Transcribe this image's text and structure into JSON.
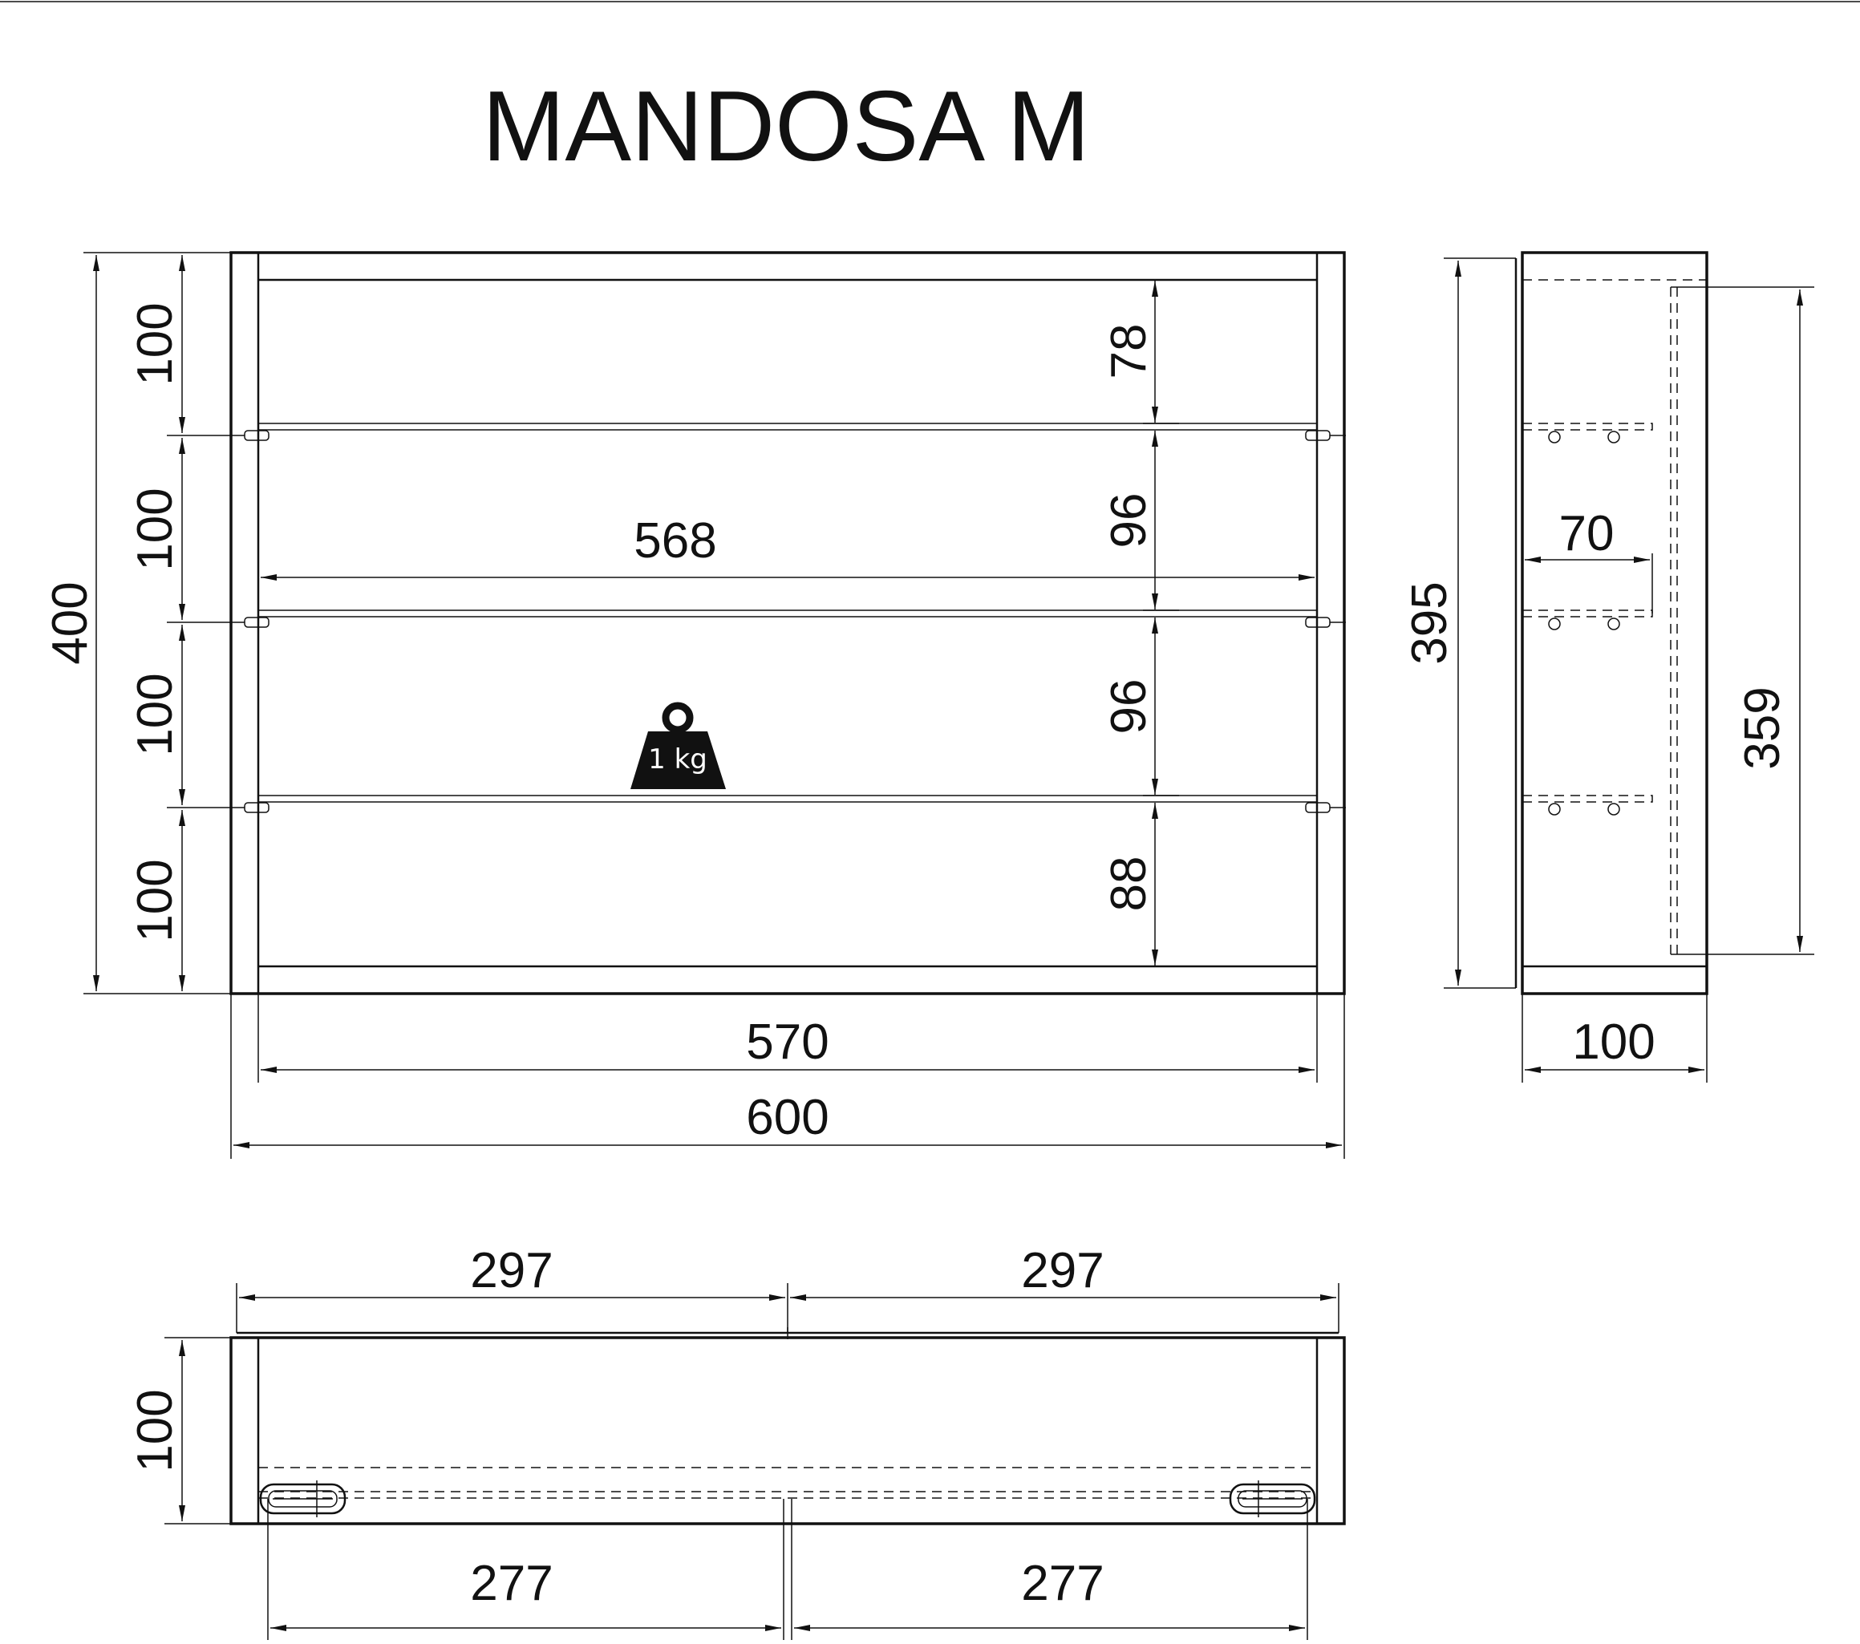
{
  "title": "MANDOSA M",
  "weight_label": "1 kg",
  "icons": {
    "weight": "weight-icon"
  },
  "front_view": {
    "height_total": "400",
    "height_sections": [
      "100",
      "100",
      "100",
      "100"
    ],
    "shelf_gaps": [
      "78",
      "96",
      "96",
      "88"
    ],
    "inner_shelf_width": "568",
    "inner_width": "570",
    "outer_width": "600"
  },
  "side_view": {
    "height": "395",
    "inner_height": "359",
    "shelf_depth": "70",
    "depth": "100"
  },
  "top_view": {
    "door_widths": [
      "297",
      "297"
    ],
    "depth": "100",
    "hinge_spacing": [
      "277",
      "277"
    ]
  }
}
